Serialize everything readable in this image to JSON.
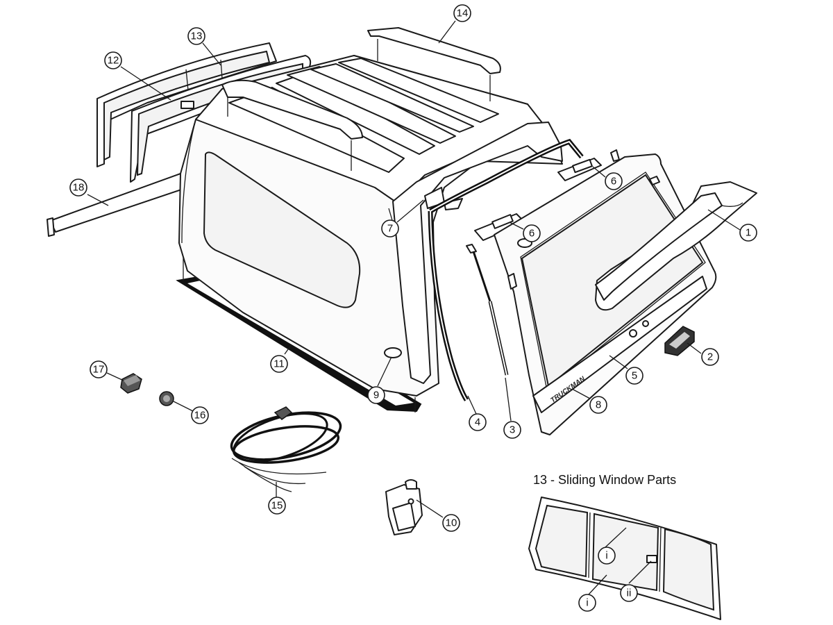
{
  "diagram": {
    "callouts": {
      "c1": "1",
      "c2": "2",
      "c3": "3",
      "c4": "4",
      "c5": "5",
      "c6a": "6",
      "c6b": "6",
      "c7": "7",
      "c8": "8",
      "c9": "9",
      "c10": "10",
      "c11": "11",
      "c12": "12",
      "c13": "13",
      "c14": "14",
      "c15": "15",
      "c16": "16",
      "c17": "17",
      "c18": "18"
    },
    "tailgate_brand": "TRUCKMAN"
  },
  "inset": {
    "title": "13 - Sliding Window Parts",
    "callouts": {
      "i_top": "i",
      "i_bottom": "i",
      "ii": "ii"
    }
  }
}
